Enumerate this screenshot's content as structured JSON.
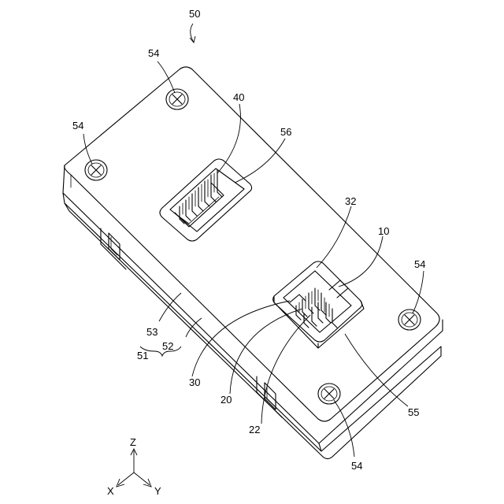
{
  "labels": {
    "assembly": "50",
    "screw": "54",
    "connector_top": "40",
    "opening_top": "56",
    "connector_bottom_housing": "32",
    "connector_bottom": "10",
    "case": "51",
    "lower_case": "52",
    "upper_case": "53",
    "housing": "30",
    "terminal": "20",
    "pin": "22",
    "opening_bottom": "55"
  },
  "axes": {
    "z": "Z",
    "x": "X",
    "y": "Y"
  }
}
